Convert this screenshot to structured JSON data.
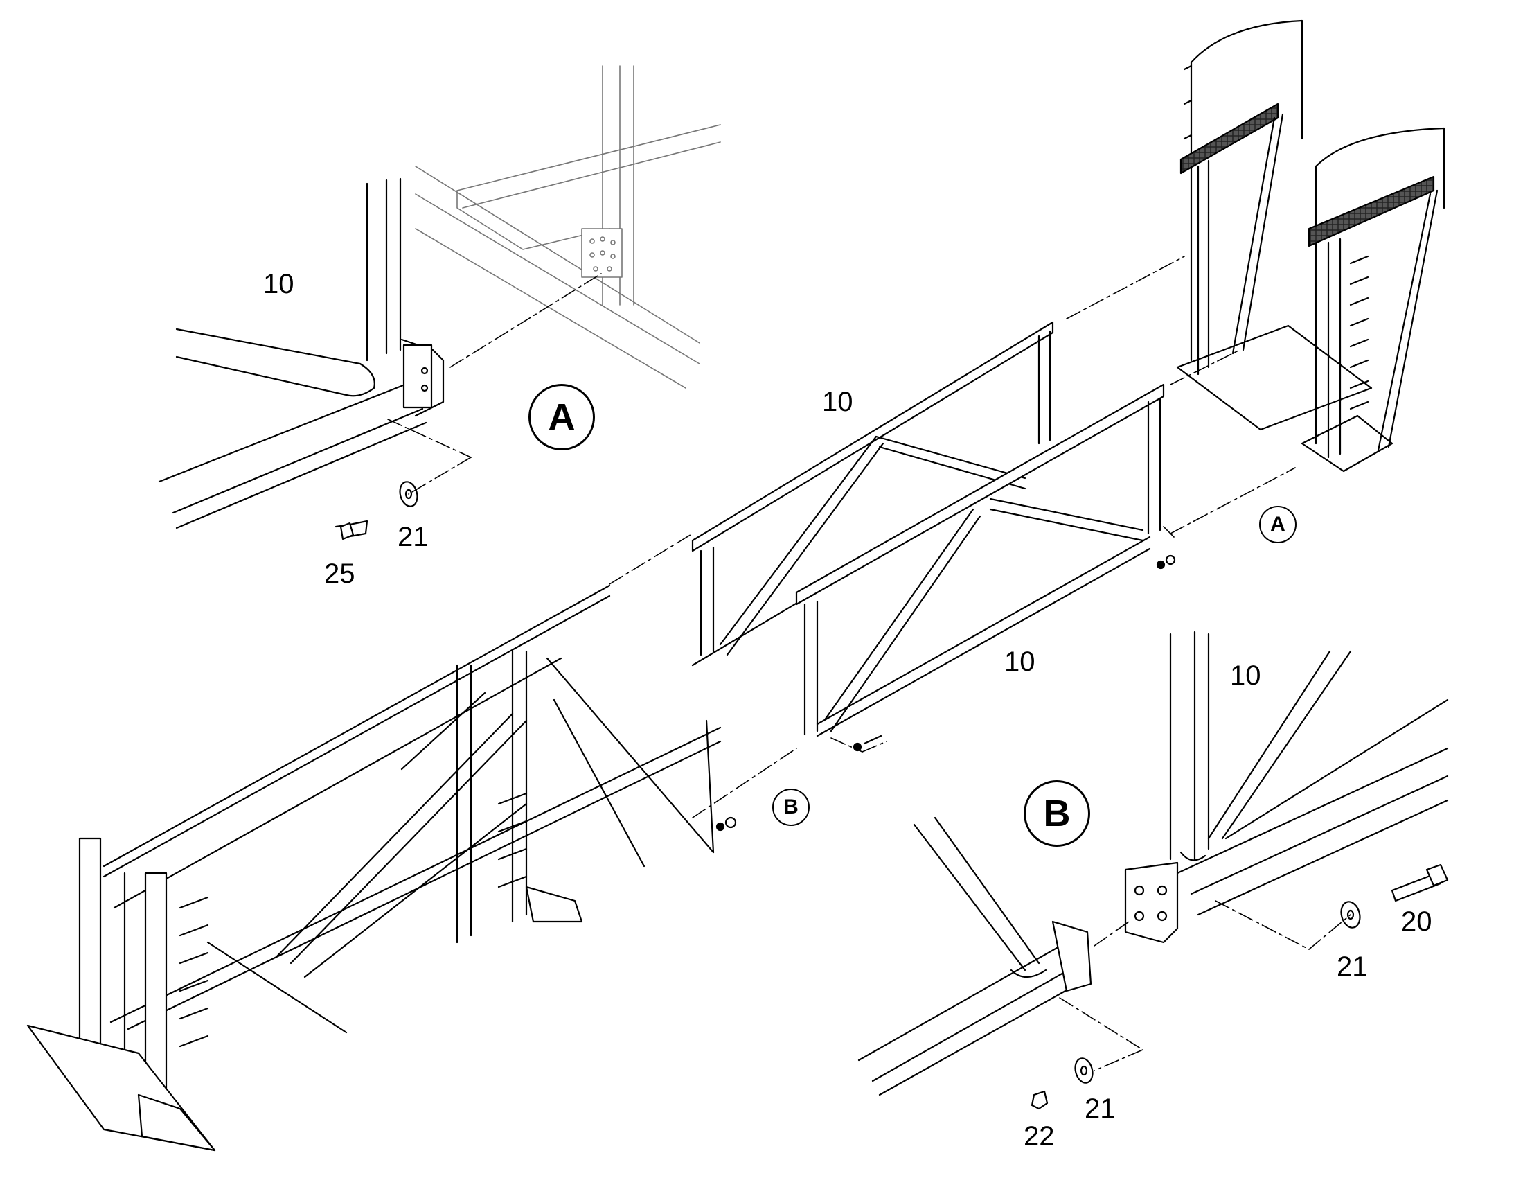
{
  "parts": {
    "p10": "10",
    "p20": "20",
    "p21": "21",
    "p22": "22",
    "p25": "25"
  },
  "callouts": {
    "a": "A",
    "b": "B"
  }
}
